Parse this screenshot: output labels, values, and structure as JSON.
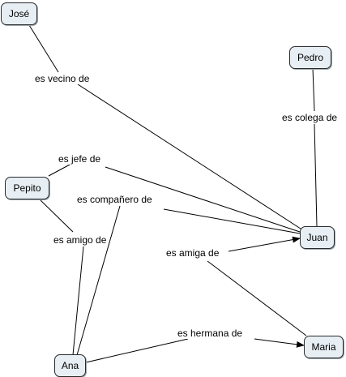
{
  "nodes": {
    "jose": "José",
    "pedro": "Pedro",
    "pepito": "Pepito",
    "juan": "Juan",
    "ana": "Ana",
    "maria": "Maria"
  },
  "links": {
    "vecino": "es vecino de",
    "colega": "es colega de",
    "jefe": "es jefe de",
    "companero": "es compañero de",
    "amigo": "es amigo de",
    "amiga": "es amiga de",
    "hermana": "es hermana de"
  },
  "colors": {
    "node_fill": "#e8eff4",
    "node_border": "#2a2a2a",
    "line": "#000000"
  }
}
